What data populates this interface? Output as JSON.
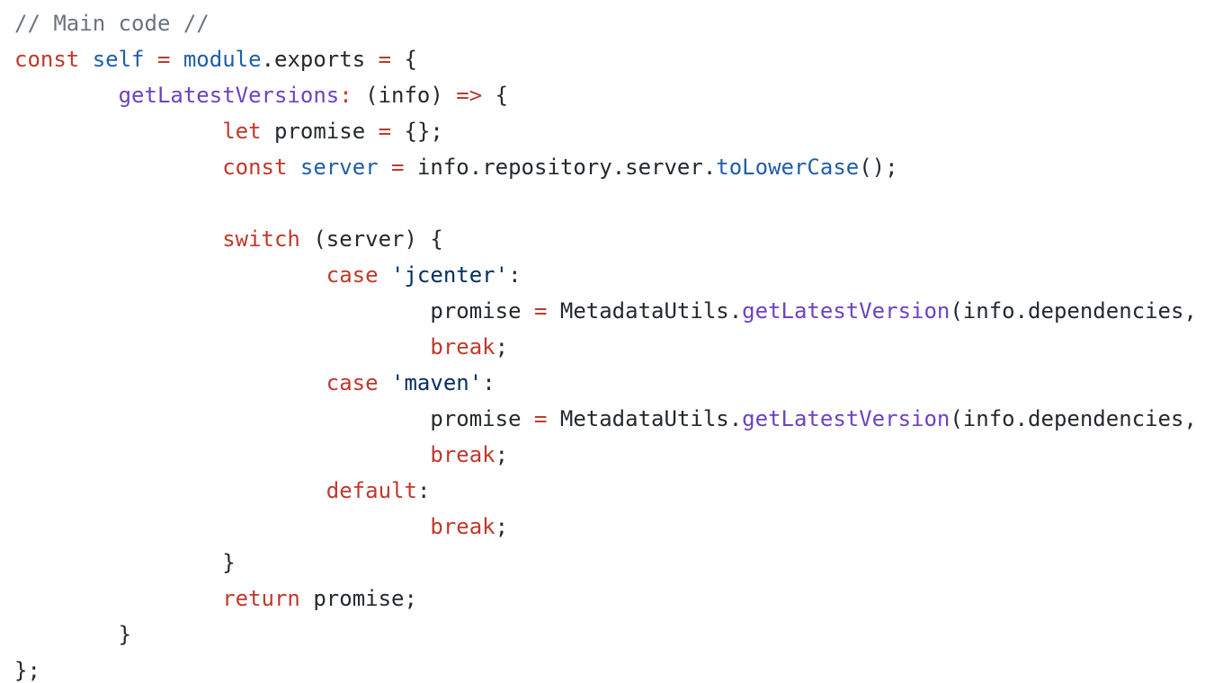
{
  "colors": {
    "background": "#ffffff",
    "plain": "#24292e",
    "comment": "#6a737d",
    "keyword": "#c0392b",
    "entity": "#6f42c1",
    "constant": "#1f5fa8",
    "string": "#032f62"
  },
  "code": {
    "lines": [
      [
        {
          "type": "comment",
          "text": "// Main code //"
        }
      ],
      [
        {
          "type": "keyword",
          "text": "const"
        },
        {
          "type": "plain",
          "text": " "
        },
        {
          "type": "constant",
          "text": "self"
        },
        {
          "type": "plain",
          "text": " "
        },
        {
          "type": "keyword",
          "text": "="
        },
        {
          "type": "plain",
          "text": " "
        },
        {
          "type": "constant",
          "text": "module"
        },
        {
          "type": "plain",
          "text": ".exports "
        },
        {
          "type": "keyword",
          "text": "="
        },
        {
          "type": "plain",
          "text": " {"
        }
      ],
      [
        {
          "type": "plain",
          "text": "\t"
        },
        {
          "type": "entity",
          "text": "getLatestVersions"
        },
        {
          "type": "keyword",
          "text": ":"
        },
        {
          "type": "plain",
          "text": " (info) "
        },
        {
          "type": "keyword",
          "text": "=>"
        },
        {
          "type": "plain",
          "text": " {"
        }
      ],
      [
        {
          "type": "plain",
          "text": "\t\t"
        },
        {
          "type": "keyword",
          "text": "let"
        },
        {
          "type": "plain",
          "text": " promise "
        },
        {
          "type": "keyword",
          "text": "="
        },
        {
          "type": "plain",
          "text": " {};"
        }
      ],
      [
        {
          "type": "plain",
          "text": "\t\t"
        },
        {
          "type": "keyword",
          "text": "const"
        },
        {
          "type": "plain",
          "text": " "
        },
        {
          "type": "constant",
          "text": "server"
        },
        {
          "type": "plain",
          "text": " "
        },
        {
          "type": "keyword",
          "text": "="
        },
        {
          "type": "plain",
          "text": " info.repository.server."
        },
        {
          "type": "constant",
          "text": "toLowerCase"
        },
        {
          "type": "plain",
          "text": "();"
        }
      ],
      [],
      [
        {
          "type": "plain",
          "text": "\t\t"
        },
        {
          "type": "keyword",
          "text": "switch"
        },
        {
          "type": "plain",
          "text": " (server) {"
        }
      ],
      [
        {
          "type": "plain",
          "text": "\t\t\t"
        },
        {
          "type": "keyword",
          "text": "case"
        },
        {
          "type": "plain",
          "text": " "
        },
        {
          "type": "string",
          "text": "'jcenter'"
        },
        {
          "type": "plain",
          "text": ":"
        }
      ],
      [
        {
          "type": "plain",
          "text": "\t\t\t\tpromise "
        },
        {
          "type": "keyword",
          "text": "="
        },
        {
          "type": "plain",
          "text": " MetadataUtils."
        },
        {
          "type": "entity",
          "text": "getLatestVersion"
        },
        {
          "type": "plain",
          "text": "(info.dependencies,"
        }
      ],
      [
        {
          "type": "plain",
          "text": "\t\t\t\t"
        },
        {
          "type": "keyword",
          "text": "break"
        },
        {
          "type": "plain",
          "text": ";"
        }
      ],
      [
        {
          "type": "plain",
          "text": "\t\t\t"
        },
        {
          "type": "keyword",
          "text": "case"
        },
        {
          "type": "plain",
          "text": " "
        },
        {
          "type": "string",
          "text": "'maven'"
        },
        {
          "type": "plain",
          "text": ":"
        }
      ],
      [
        {
          "type": "plain",
          "text": "\t\t\t\tpromise "
        },
        {
          "type": "keyword",
          "text": "="
        },
        {
          "type": "plain",
          "text": " MetadataUtils."
        },
        {
          "type": "entity",
          "text": "getLatestVersion"
        },
        {
          "type": "plain",
          "text": "(info.dependencies,"
        }
      ],
      [
        {
          "type": "plain",
          "text": "\t\t\t\t"
        },
        {
          "type": "keyword",
          "text": "break"
        },
        {
          "type": "plain",
          "text": ";"
        }
      ],
      [
        {
          "type": "plain",
          "text": "\t\t\t"
        },
        {
          "type": "keyword",
          "text": "default"
        },
        {
          "type": "plain",
          "text": ":"
        }
      ],
      [
        {
          "type": "plain",
          "text": "\t\t\t\t"
        },
        {
          "type": "keyword",
          "text": "break"
        },
        {
          "type": "plain",
          "text": ";"
        }
      ],
      [
        {
          "type": "plain",
          "text": "\t\t}"
        }
      ],
      [
        {
          "type": "plain",
          "text": "\t\t"
        },
        {
          "type": "keyword",
          "text": "return"
        },
        {
          "type": "plain",
          "text": " promise;"
        }
      ],
      [
        {
          "type": "plain",
          "text": "\t}"
        }
      ],
      [
        {
          "type": "plain",
          "text": "};"
        }
      ]
    ]
  }
}
